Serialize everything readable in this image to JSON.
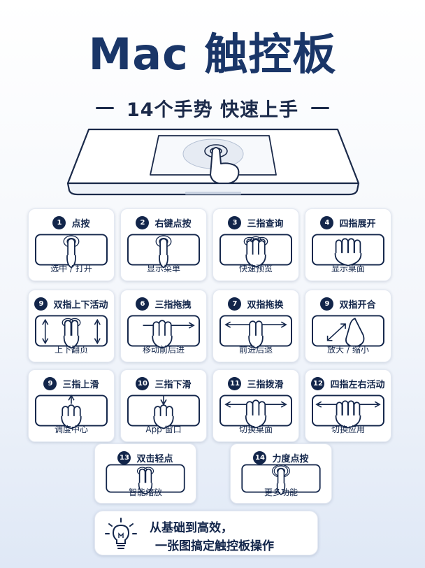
{
  "header": {
    "title": "Mac 触控板",
    "subtitle": "14个手势 快速上手"
  },
  "gestures": [
    {
      "num": "1",
      "title": "点按",
      "caption": "选中 / 打开",
      "icon": "one-finger-tap-icon"
    },
    {
      "num": "2",
      "title": "右键点按",
      "caption": "显示菜单",
      "icon": "one-finger-tap-icon"
    },
    {
      "num": "3",
      "title": "三指查询",
      "caption": "快速预览",
      "icon": "three-finger-tap-icon"
    },
    {
      "num": "4",
      "title": "四指展开",
      "caption": "显示桌面",
      "icon": "four-finger-spread-icon"
    },
    {
      "num": "9",
      "title": "双指上下活动",
      "caption": "上下翻页",
      "icon": "two-finger-vertical-scroll-icon"
    },
    {
      "num": "6",
      "title": "三指拖拽",
      "caption": "移动前后进",
      "icon": "three-finger-drag-icon"
    },
    {
      "num": "7",
      "title": "双指拖换",
      "caption": "前进后退",
      "icon": "two-finger-horizontal-swipe-icon"
    },
    {
      "num": "9",
      "title": "双指开合",
      "caption": "放大 / 缩小",
      "icon": "pinch-zoom-icon"
    },
    {
      "num": "9",
      "title": "三指上滑",
      "caption": "调度中心",
      "icon": "three-finger-swipe-up-icon"
    },
    {
      "num": "10",
      "title": "三指下滑",
      "caption": "App 窗口",
      "icon": "three-finger-swipe-down-icon"
    },
    {
      "num": "11",
      "title": "三指拨滑",
      "caption": "切换桌面",
      "icon": "three-finger-horizontal-swipe-icon"
    },
    {
      "num": "12",
      "title": "四指左右活动",
      "caption": "切换应用",
      "icon": "four-finger-horizontal-swipe-icon"
    },
    {
      "num": "13",
      "title": "双击轻点",
      "caption": "智能缩放",
      "icon": "two-finger-double-tap-icon"
    },
    {
      "num": "14",
      "title": "力度点按",
      "caption": "更多功能",
      "icon": "force-click-icon"
    }
  ],
  "tip": {
    "line1": "从基础到高效，",
    "line2": "一张图搞定触控板操作",
    "icon": "lightbulb-icon"
  },
  "colors": {
    "title": "#1a3668",
    "ink": "#12254a",
    "background_bottom": "#dfe8f6"
  }
}
